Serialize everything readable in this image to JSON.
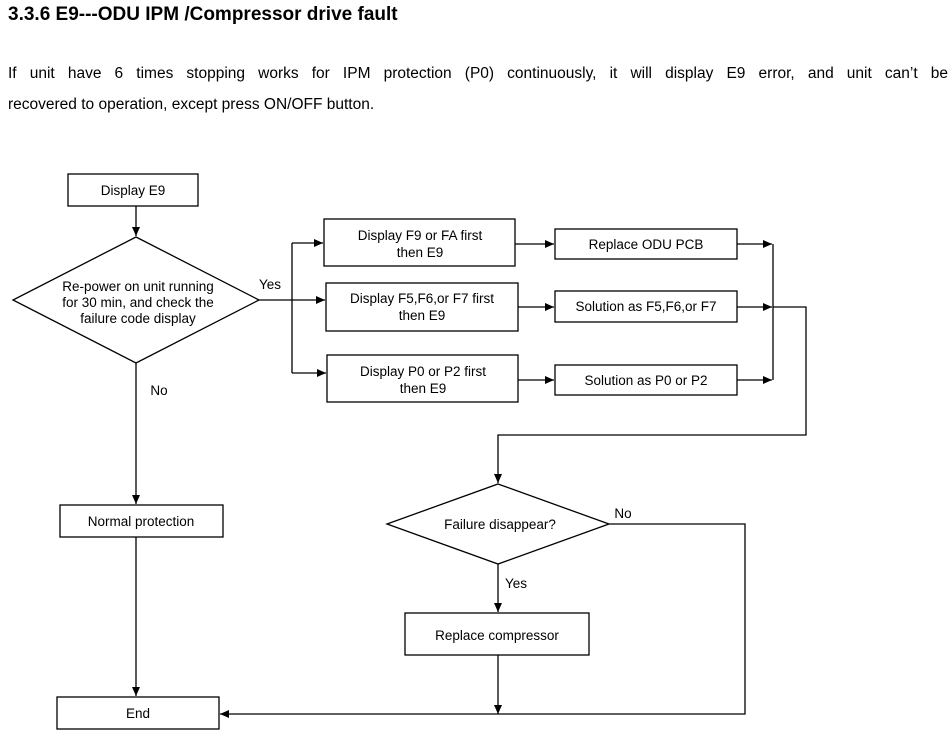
{
  "section": {
    "heading": "3.3.6 E9---ODU IPM /Compressor drive fault",
    "line1": "If unit have 6 times stopping works for IPM protection (P0) continuously, it will display E9 error, and unit can’t be",
    "line2": "recovered to operation, except press ON/OFF button."
  },
  "flowchart": {
    "display_e9": "Display E9",
    "repower_decision": [
      "Re-power on unit running",
      "for 30 min, and check the",
      "failure code display"
    ],
    "yes_label": "Yes",
    "no_label": "No",
    "f9_fa": [
      "Display F9 or FA first",
      "then E9"
    ],
    "f5_f6_f7": [
      "Display F5,F6,or F7 first",
      "then E9"
    ],
    "p0_p2": [
      "Display P0 or P2 first",
      "then E9"
    ],
    "replace_pcb": "Replace ODU PCB",
    "solution_f": "Solution as F5,F6,or F7",
    "solution_p": "Solution as P0 or P2",
    "failure_decision": "Failure disappear?",
    "failure_yes": "Yes",
    "failure_no": "No",
    "replace_compressor": "Replace compressor",
    "normal_protection": "Normal protection",
    "end": "End"
  }
}
